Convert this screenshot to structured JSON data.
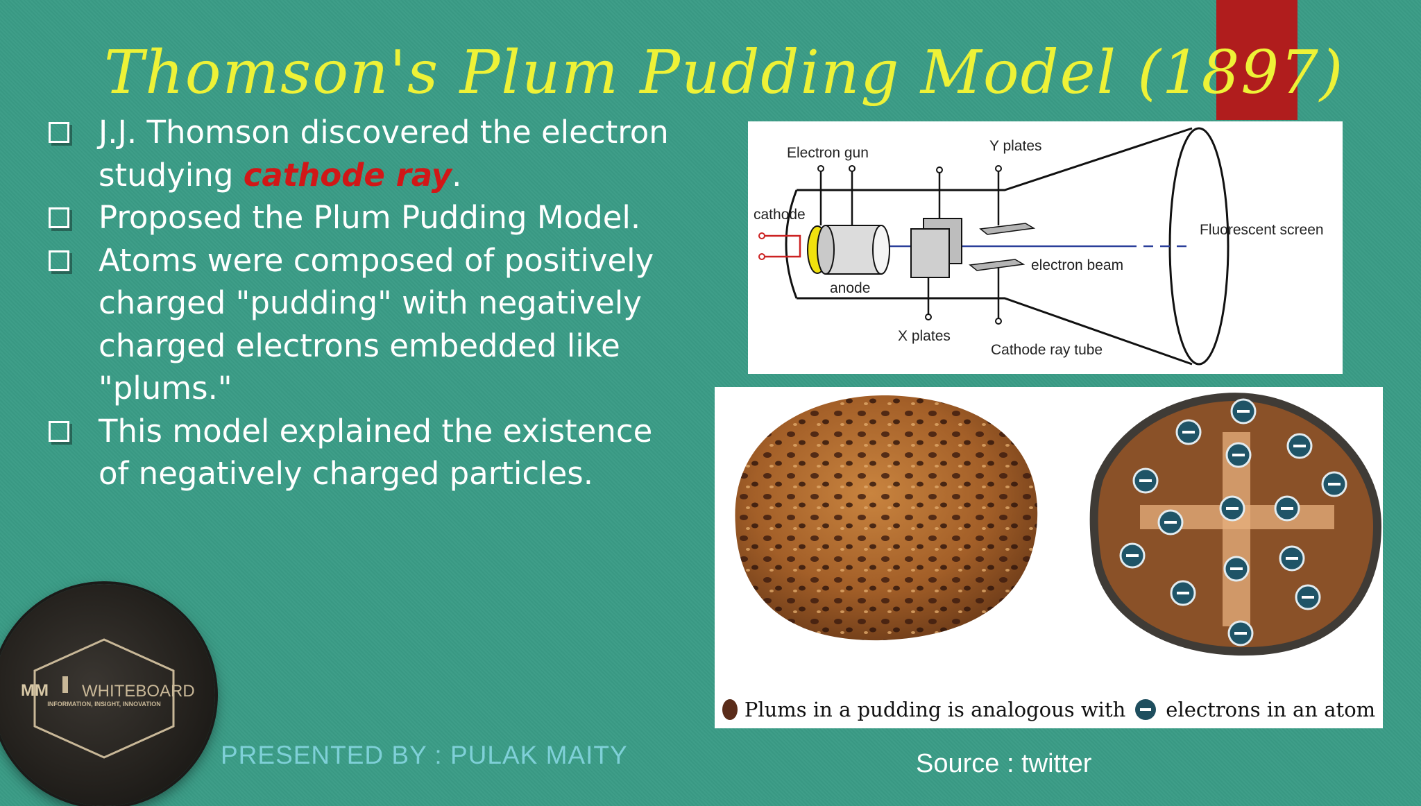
{
  "slide": {
    "title": "Thomson's Plum Pudding Model (1897)",
    "bullets": [
      {
        "pre": "J.J. Thomson discovered the electron studying ",
        "highlight": "cathode ray",
        "post": "."
      },
      {
        "pre": "Proposed the Plum Pudding Model.",
        "highlight": "",
        "post": ""
      },
      {
        "pre": "Atoms were composed of positively charged \"pudding\" with negatively charged electrons embedded like \"plums.\"",
        "highlight": "",
        "post": ""
      },
      {
        "pre": "This model explained the existence of negatively charged particles.",
        "highlight": "",
        "post": ""
      }
    ]
  },
  "cathode_diagram": {
    "labels": {
      "electron_gun": "Electron gun",
      "y_plates": "Y plates",
      "cathode": "cathode",
      "fluorescent_screen": "Fluorescent screen",
      "electron_beam": "electron beam",
      "anode": "anode",
      "x_plates": "X plates",
      "cathode_ray_tube": "Cathode ray tube"
    }
  },
  "pudding_figure": {
    "caption_left": "Plums in a pudding is analogous with",
    "caption_right": "electrons in an atom"
  },
  "logo": {
    "brand_left": "MM",
    "brand_right": "WHITEBOARD",
    "tagline": "INFORMATION, INSIGHT, INNOVATION"
  },
  "footer": {
    "presented_by": "PRESENTED BY : PULAK MAITY",
    "source": "Source : twitter"
  },
  "colors": {
    "background": "#3a9c86",
    "title": "#eef237",
    "highlight": "#d11717",
    "accent_bar": "#b01d1d"
  }
}
